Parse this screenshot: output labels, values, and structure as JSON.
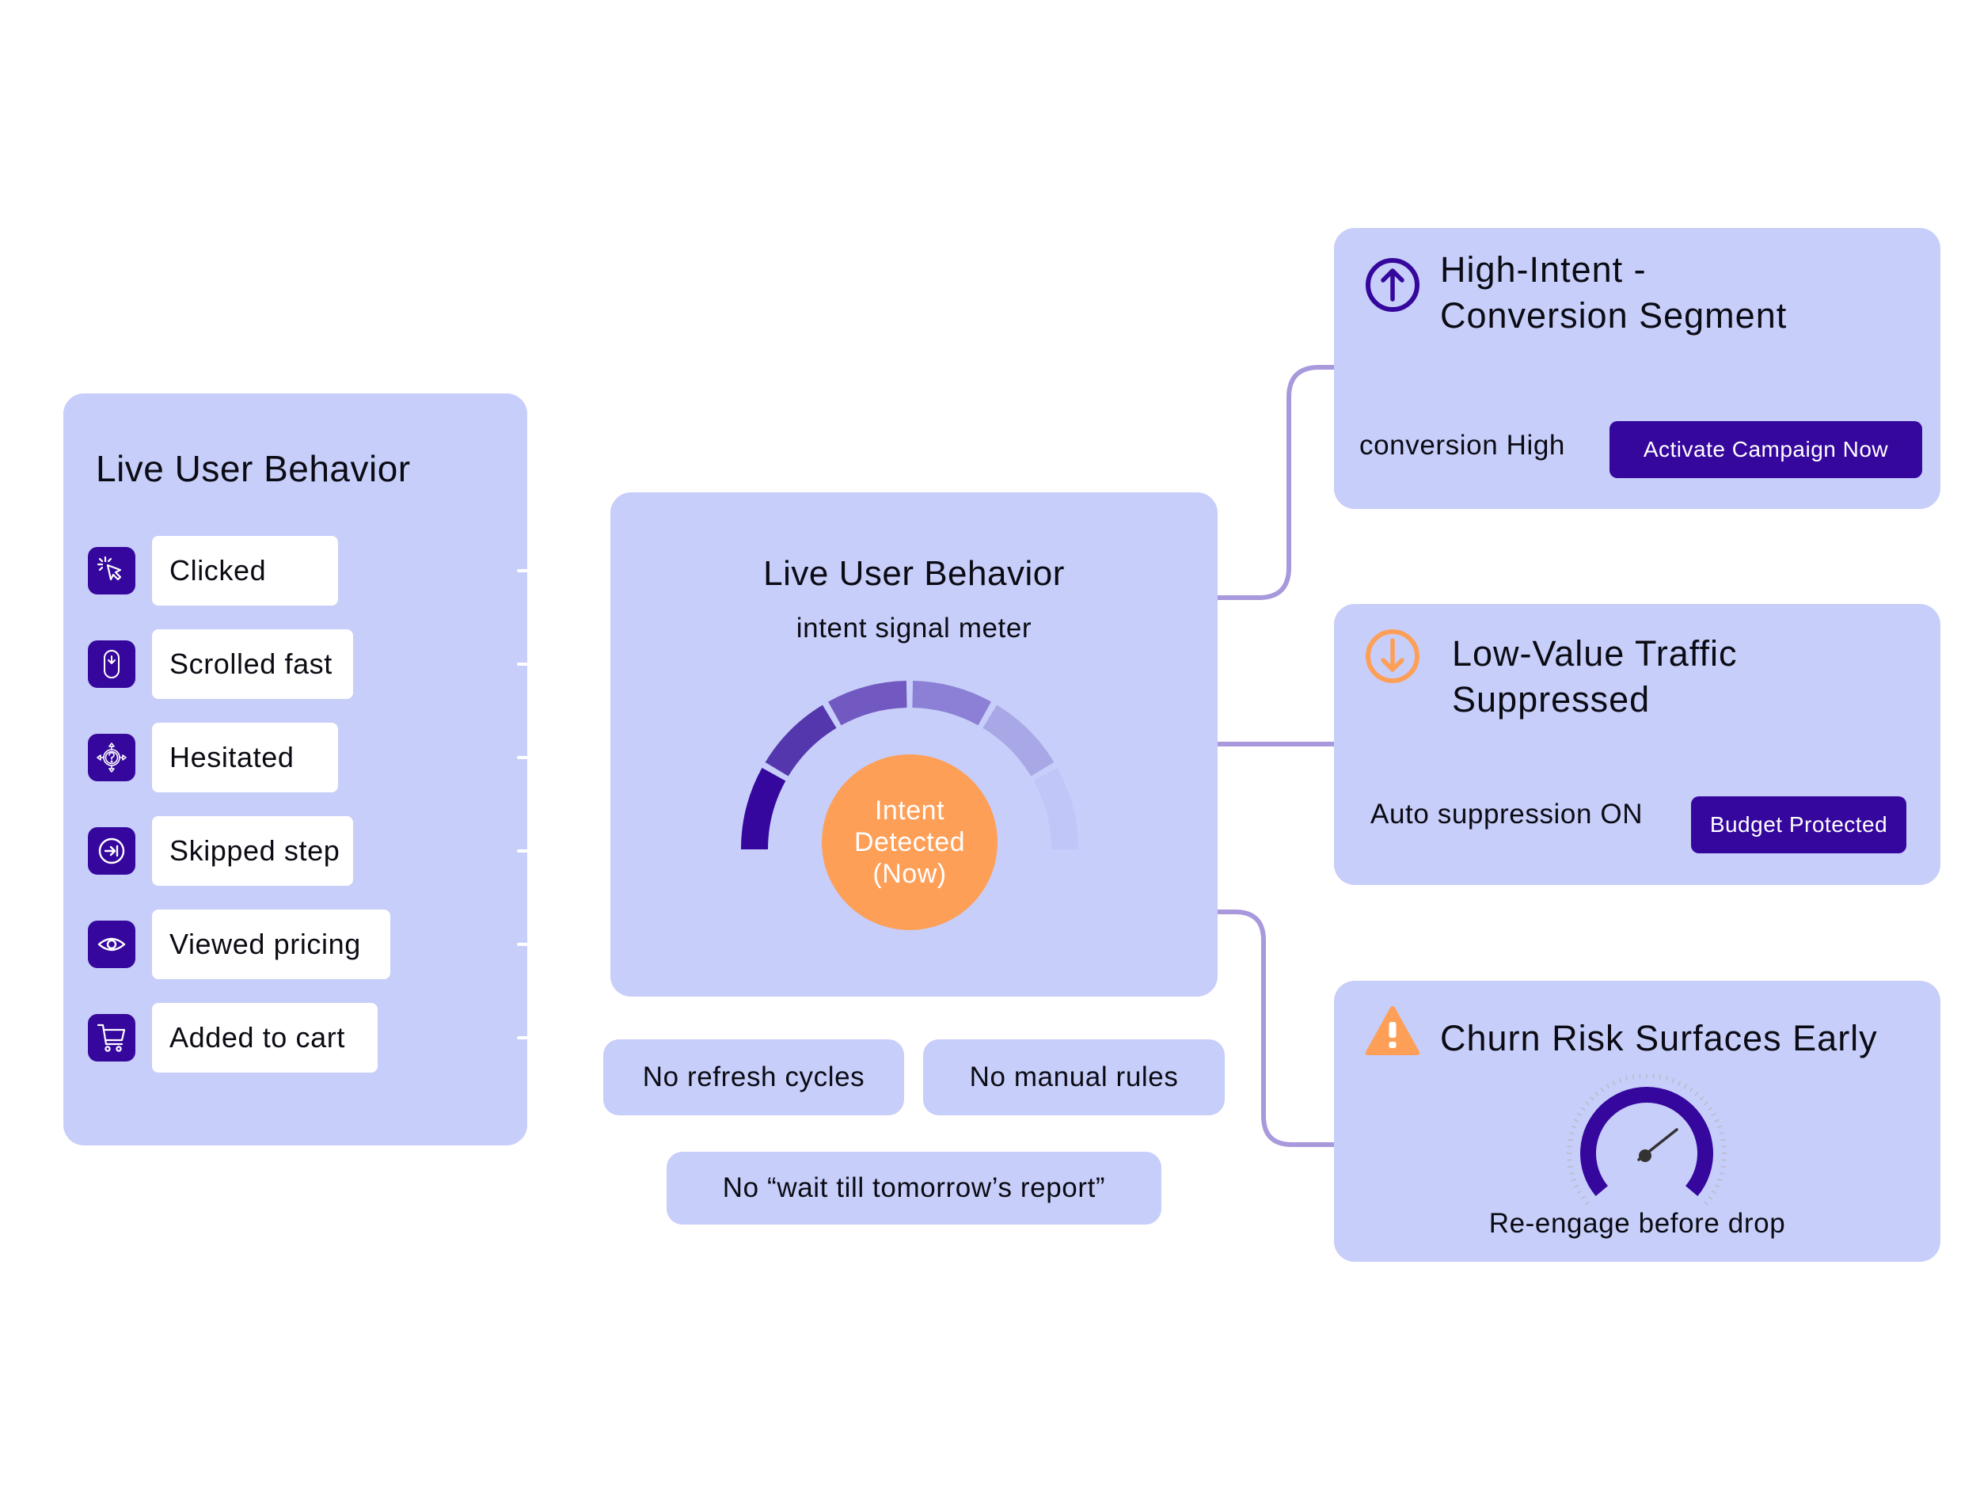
{
  "colors": {
    "card_bg": "#c7cef9",
    "primary": "#35079d",
    "accent_orange": "#fe9f58",
    "connector": "#a898dc",
    "text": "#0b0b14",
    "white": "#ffffff"
  },
  "left_panel": {
    "title": "Live User Behavior",
    "items": [
      {
        "label": "Clicked",
        "icon": "cursor-click-icon"
      },
      {
        "label": "Scrolled fast",
        "icon": "mouse-scroll-icon"
      },
      {
        "label": "Hesitated",
        "icon": "question-directions-icon"
      },
      {
        "label": "Skipped step",
        "icon": "skip-forward-icon"
      },
      {
        "label": "Viewed pricing",
        "icon": "eye-icon"
      },
      {
        "label": "Added to cart",
        "icon": "shopping-cart-icon"
      }
    ],
    "arrow_icon": "arrow-right-icon"
  },
  "center_card": {
    "title": "Live User Behavior",
    "subtitle": "intent signal meter",
    "meter": {
      "segments": 6,
      "segment_colors": [
        "#35079d",
        "#5537ad",
        "#7259c2",
        "#8b80d6",
        "#a9a8e6",
        "#c0c6f7"
      ]
    },
    "badge_lines": [
      "Intent",
      "Detected",
      "(Now)"
    ]
  },
  "tags": {
    "refresh": "No refresh cycles",
    "manual": "No manual rules",
    "wait": "No “wait till tomorrow’s report”"
  },
  "outcomes": {
    "high_intent": {
      "icon": "arrow-up-circle-icon",
      "title_lines": [
        "High-Intent -",
        "Conversion Segment"
      ],
      "label": "conversion High",
      "button": "Activate Campaign Now"
    },
    "low_value": {
      "icon": "arrow-down-circle-icon",
      "title_lines": [
        "Low-Value Traffic",
        "Suppressed"
      ],
      "label": "Auto suppression ON",
      "button": "Budget Protected"
    },
    "churn": {
      "icon": "warning-triangle-icon",
      "title": "Churn Risk Surfaces Early",
      "gauge_icon": "speedometer-icon",
      "caption": "Re-engage before drop"
    }
  }
}
